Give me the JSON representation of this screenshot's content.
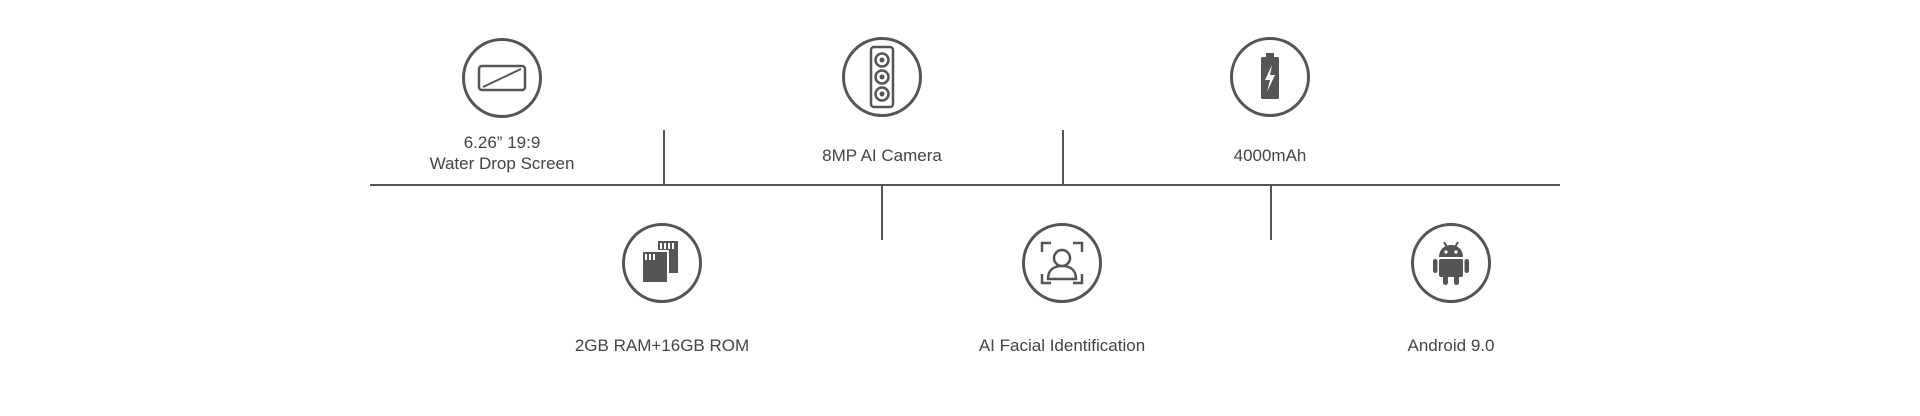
{
  "features": {
    "screen": {
      "icon": "screen-icon",
      "line1": "6.26” 19:9",
      "line2": "Water Drop Screen"
    },
    "camera": {
      "icon": "triple-camera-icon",
      "label": "8MP AI Camera"
    },
    "battery": {
      "icon": "battery-icon",
      "label": "4000mAh"
    },
    "memory": {
      "icon": "memory-card-icon",
      "label": "2GB RAM+16GB ROM"
    },
    "face": {
      "icon": "face-id-icon",
      "label": "AI Facial Identification"
    },
    "android": {
      "icon": "android-icon",
      "label": "Android 9.0"
    }
  },
  "colors": {
    "stroke": "#555555",
    "text": "#444444",
    "background": "#ffffff"
  }
}
